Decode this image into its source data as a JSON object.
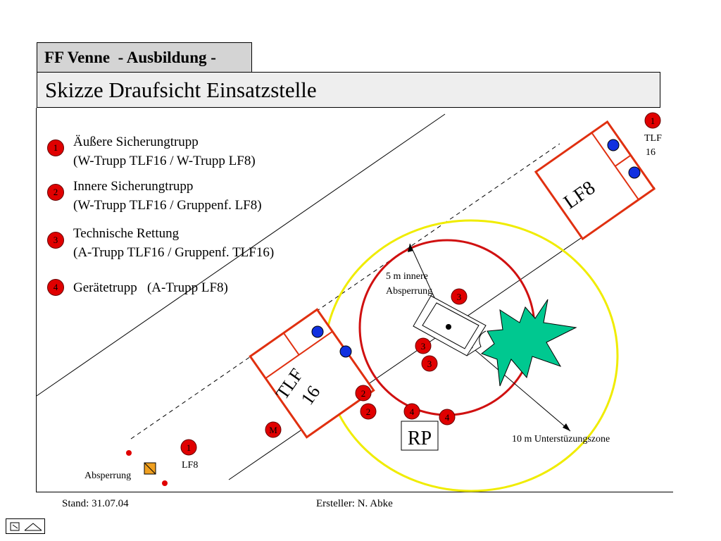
{
  "header": {
    "tab_title": "FF Venne  - Ausbildung -",
    "title": "Skizze Draufsicht Einsatzstelle"
  },
  "legend": [
    {
      "number": "1",
      "line1": "Äußere Sicherungtrupp",
      "line2": "(W-Trupp TLF16 / W-Trupp LF8)"
    },
    {
      "number": "2",
      "line1": "Innere Sicherungtrupp",
      "line2": "(W-Trupp TLF16 / Gruppenf. LF8)"
    },
    {
      "number": "3",
      "line1": "Technische Rettung",
      "line2": "(A-Trupp TLF16 / Gruppenf. TLF16)"
    },
    {
      "number": "4",
      "line1": "Gerätetrupp   (A-Trupp LF8)",
      "line2": ""
    }
  ],
  "vehicles": {
    "lf8_label": "LF8",
    "tlf16_label_1": "TLF",
    "tlf16_label_2": "16"
  },
  "markers": {
    "m": "M",
    "n1": "1",
    "n2": "2",
    "n3": "3",
    "n4": "4"
  },
  "annotations": {
    "inner_zone_1": "5 m innere",
    "inner_zone_2": "Absperrung",
    "support_zone": "10 m Unterstüzungszone",
    "rp": "RP",
    "barrier": "Absperrung",
    "top_tlf_1": "TLF",
    "top_tlf_2": "16",
    "bottom_lf8": "LF8"
  },
  "colors": {
    "badge_red": "#e00000",
    "vehicle_red": "#e03010",
    "inner_circle": "#d01010",
    "outer_circle": "#f0ec00",
    "blue_light": "#1030e0",
    "fire": "#00c890",
    "barrier_square": "#f0a020"
  },
  "footer": {
    "stand": "Stand: 31.07.04",
    "author": "Ersteller: N. Abke"
  }
}
